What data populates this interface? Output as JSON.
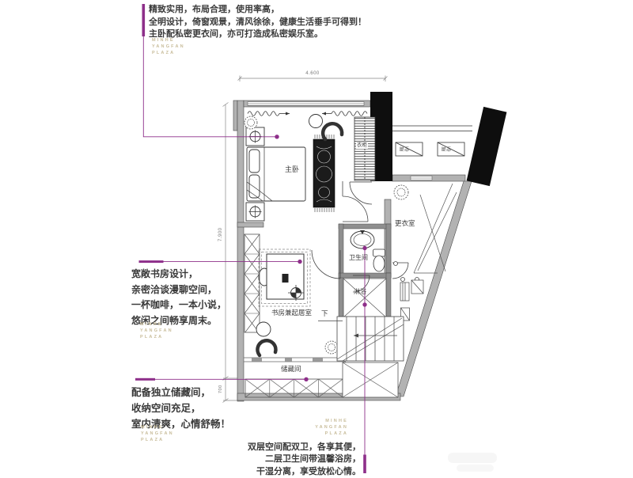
{
  "page": {
    "background": "#ffffff"
  },
  "colors": {
    "accent_purple": "#8e2f8a",
    "watermark_gold": "#c9bd9b",
    "body_text": "#3a3a3a",
    "wall_gray": "#b2b2b2",
    "black_fill": "#0e0e0e"
  },
  "watermark": {
    "line1": "MINHE",
    "line2": "YANGFAN",
    "line3": "PLAZA"
  },
  "annotations": {
    "master": {
      "line1": "精致实用，布局合理，使用率高，",
      "line2": "全明设计，倚窗观景，清风徐徐，健康生活垂手可得到！",
      "line3": "主卧配私密更衣间，亦可打造成私密娱乐室。"
    },
    "study": {
      "line1": "宽敞书房设计，",
      "line2": "亲密洽谈漫聊空间，",
      "line3": "一杯咖啡，一本小说，",
      "line4": "悠闲之间畅享周末。"
    },
    "storage": {
      "line1": "配备独立储藏间，",
      "line2": "收纳空间充足，",
      "line3": "室内清爽，心情舒畅！"
    },
    "bathroom": {
      "line1": "双层空间配双卫，各享其便，",
      "line2": "二层卫生间带温馨浴房，",
      "line3": "干湿分离，享受放松心情。"
    }
  },
  "plan": {
    "room_labels": {
      "master_bedroom": "主卧",
      "wardrobe": "衣柜",
      "ac_unit": "空调",
      "dressing_room": "更衣室",
      "bathroom": "卫生间",
      "shower": "淋浴",
      "study_living": "书房兼起居室",
      "stairs_down": "下",
      "storage": "储藏间"
    },
    "dimensions": {
      "top_width": "4.600",
      "left_height": "7.900",
      "left_bottom": "700"
    }
  }
}
